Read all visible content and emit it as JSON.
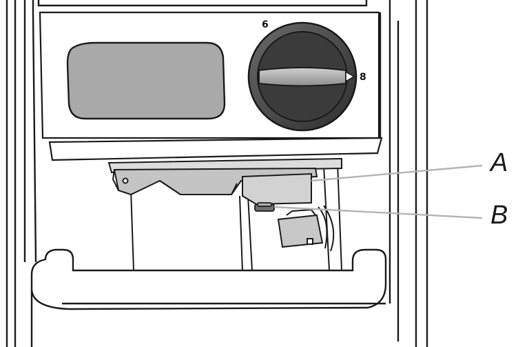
{
  "callouts": {
    "a": "A",
    "b": "B"
  },
  "dial": {
    "mark_top": "6",
    "mark_right": "8"
  },
  "colors": {
    "outline": "#1a1a1a",
    "window": "#a9a9a9",
    "dial_outer": "#5a5a5a",
    "dial_inner": "#3a3a3a",
    "dial_bar": "#b8b8b8",
    "part_a": "#d2d2d2",
    "leader": "#b4b4b4"
  }
}
